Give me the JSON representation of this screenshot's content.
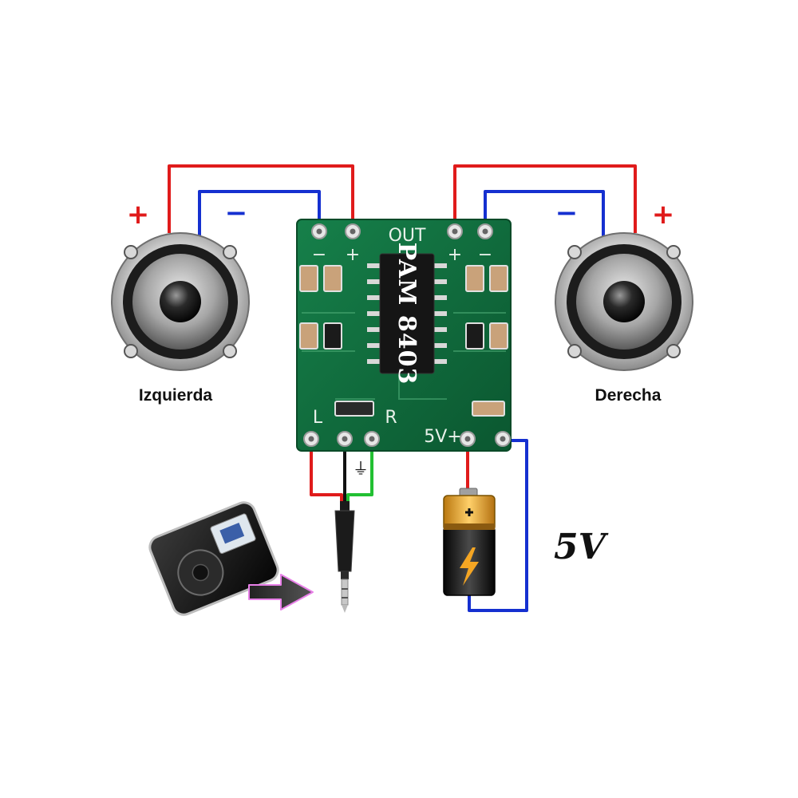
{
  "labels": {
    "left_speaker": "Izquierda",
    "right_speaker": "Derecha",
    "plus": "+",
    "minus": "−",
    "chip": "PAM 8403",
    "out": "OUT",
    "pcb_minus": "−",
    "pcb_plus": "+",
    "left_channel": "L",
    "right_channel": "R",
    "five_v_pin": "5V+",
    "ground_symbol": "⏚",
    "supply_voltage": "5V"
  },
  "colors": {
    "positive_wire": "#e01b1b",
    "negative_wire": "#1530d0",
    "right_audio_wire": "#22c032",
    "ground_wire": "#111111",
    "pcb": "#0f6b3d",
    "chip": "#151515"
  },
  "icons": {
    "speaker": "speaker-icon",
    "mp3_player": "mp3-player-icon",
    "audio_jack": "audio-jack-icon",
    "battery": "battery-icon",
    "arrow": "arrow-right-icon"
  }
}
